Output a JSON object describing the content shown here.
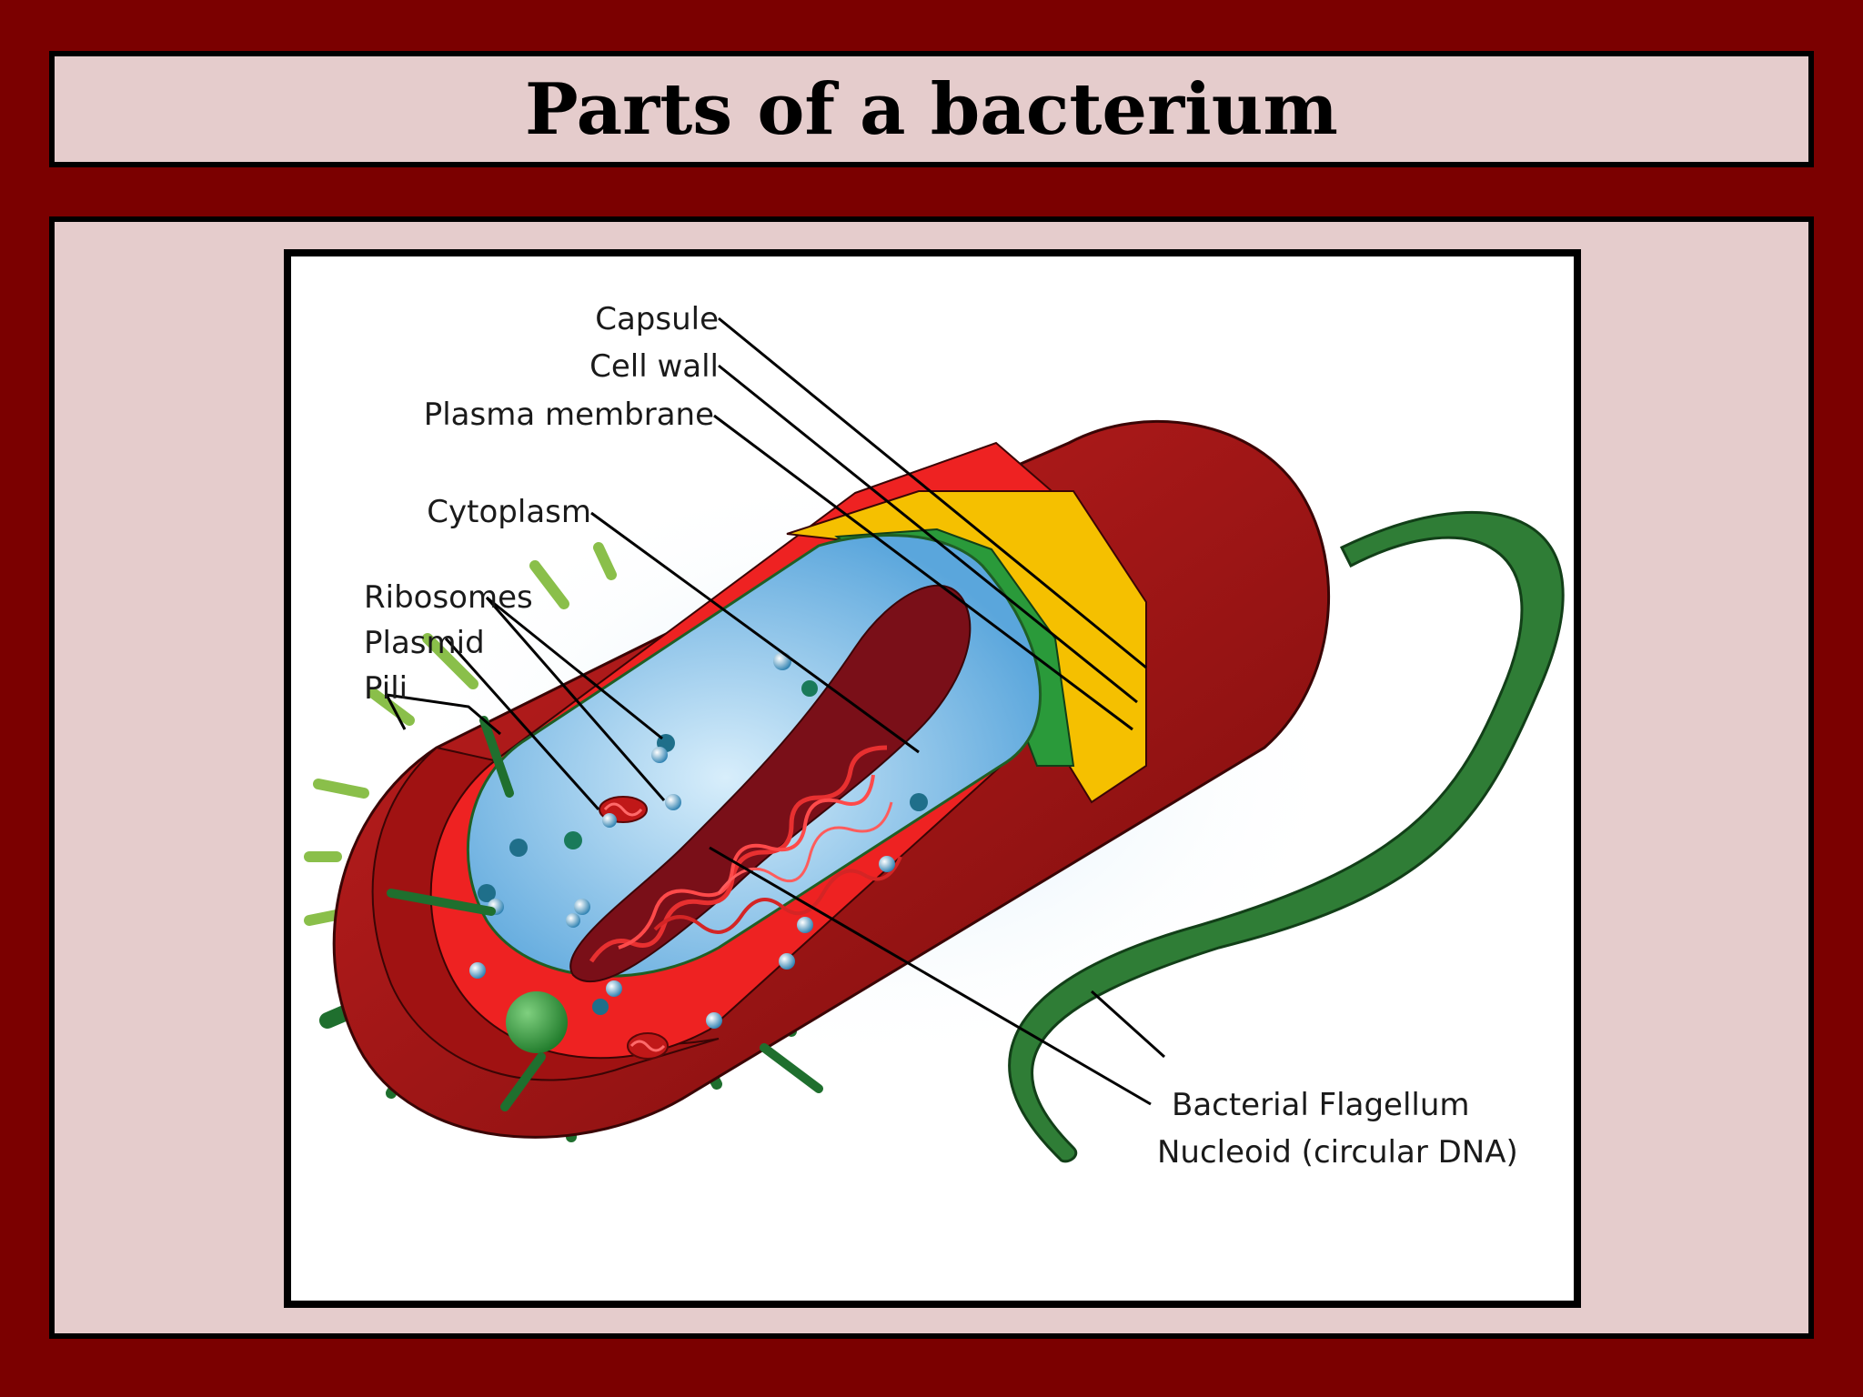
{
  "title": "Parts of a bacterium",
  "labels": {
    "capsule": "Capsule",
    "cell_wall": "Cell wall",
    "plasma_membrane": "Plasma membrane",
    "cytoplasm": "Cytoplasm",
    "ribosomes": "Ribosomes",
    "plasmid": "Plasmid",
    "pili": "Pili",
    "flagellum": "Bacterial Flagellum",
    "nucleoid": "Nucleoid (circular DNA)"
  },
  "colors": {
    "background": "#7b0000",
    "panel": "#e5cccc",
    "capsule": "#b01515",
    "cell_wall": "#ee2222",
    "membrane_yellow": "#f5c000",
    "membrane_green": "#2a9a3a",
    "cytoplasm": "#a6d2ef",
    "dna": "#c01818",
    "pili": "#1f6f2e"
  }
}
